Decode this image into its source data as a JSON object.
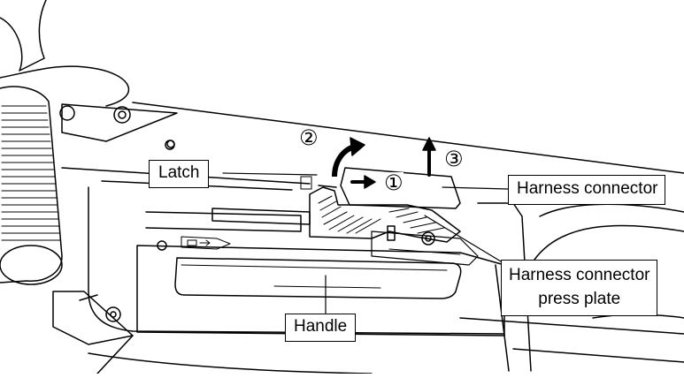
{
  "diagram": {
    "colors": {
      "line": "#000000",
      "background": "#ffffff"
    },
    "labels": {
      "latch": "Latch",
      "harness_connector": "Harness connector",
      "harness_connector_press_plate_line1": "Harness connector",
      "harness_connector_press_plate_line2": "press plate",
      "handle": "Handle"
    },
    "steps": {
      "step1": "①",
      "step2": "②",
      "step3": "③"
    },
    "arrows": [
      {
        "step": "1",
        "direction": "right"
      },
      {
        "step": "2",
        "direction": "curved-up-right"
      },
      {
        "step": "3",
        "direction": "up"
      }
    ]
  }
}
